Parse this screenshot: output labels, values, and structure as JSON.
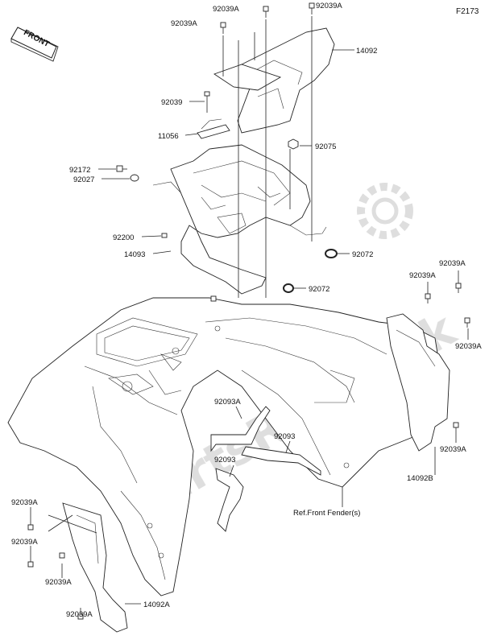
{
  "diagram_code": "F2173",
  "front_badge": "FRONT",
  "watermark": "PartsRepublik",
  "reference_note": "Ref.Front Fender(s)",
  "callouts": {
    "c92039A_top_mid": "92039A",
    "c92039A_top_left": "92039A",
    "c92039A_top_right": "92039A",
    "c14092": "14092",
    "c92039": "92039",
    "c11056": "11056",
    "c92075": "92075",
    "c92172": "92172",
    "c92027": "92027",
    "c92200": "92200",
    "c14093": "14093",
    "c92072_a": "92072",
    "c92072_b": "92072",
    "c92039A_r1": "92039A",
    "c92039A_r2": "92039A",
    "c92039A_r3": "92039A",
    "c92039A_r4": "92039A",
    "c14092B": "14092B",
    "c92093A": "92093A",
    "c92093_a": "92093",
    "c92093_b": "92093",
    "c92039A_l1": "92039A",
    "c92039A_l2": "92039A",
    "c92039A_l3": "92039A",
    "c14092A": "14092A",
    "c92039A_l4": "92039A"
  }
}
